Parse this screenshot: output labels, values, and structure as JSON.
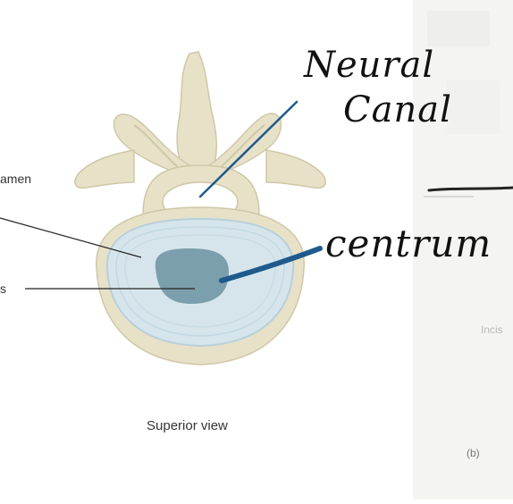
{
  "printed_labels": {
    "foramen_fragment": "amen",
    "nucleus_fragment": "s",
    "view_caption": "Superior view"
  },
  "handwritten_labels": {
    "neural_line1": "Neural",
    "neural_line2": "Canal",
    "centrum": "centrum"
  },
  "background_page": {
    "fragment_1": "Incis",
    "fragment_2": "(b)"
  },
  "colors": {
    "bone": "#e7e1c8",
    "bone_outline": "#cfc7a6",
    "disc_outer": "#d6e5ec",
    "disc_ring": "#b8d0dc",
    "nucleus": "#7c9fad",
    "annotation_pointer": "#1e5a8c",
    "leader_line": "#222222"
  }
}
